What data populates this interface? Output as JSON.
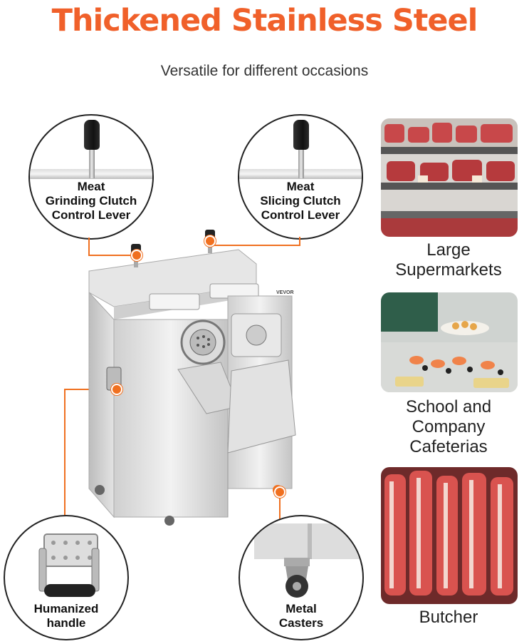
{
  "title": "Thickened Stainless Steel",
  "subtitle": "Versatile for different occasions",
  "callouts": {
    "grinding_lever": "Meat\nGrinding Clutch\nControl Lever",
    "slicing_lever": "Meat\nSlicing Clutch\nControl Lever",
    "handle": "Humanized\nhandle",
    "casters": "Metal\nCasters"
  },
  "occasions": [
    {
      "label": "Large\nSupermarkets"
    },
    {
      "label": "School and\nCompany\nCafeterias"
    },
    {
      "label": "Butcher"
    }
  ],
  "brand": "VEVOR",
  "colors": {
    "accent": "#f0602a",
    "connector": "#f07020"
  }
}
